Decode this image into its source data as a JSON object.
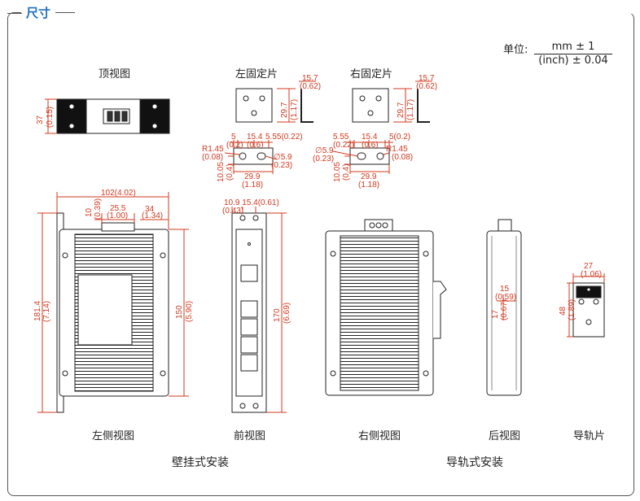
{
  "title": "尺寸",
  "unit": {
    "label": "单位:",
    "numerator": "mm ± 1",
    "denominator": "(inch) ± 0.04"
  },
  "views": {
    "top": "顶视图",
    "left_bracket": "左固定片",
    "right_bracket": "右固定片",
    "left_side": "左侧视图",
    "front": "前视图",
    "right_side": "右侧视图",
    "back": "后视图",
    "rail_clip": "导轨片"
  },
  "mounting": {
    "wall": "壁挂式安装",
    "din": "导轨式安装"
  },
  "dimensions": {
    "top_h": "37",
    "top_h_in": "(0.15)",
    "lb_w": "15.7",
    "lb_w_in": "(0.62)",
    "lb_h": "29.7",
    "lb_h_in": "(1.17)",
    "rb_w": "15.7",
    "rb_w_in": "(0.62)",
    "rb_h": "29.7",
    "rb_h_in": "(1.17)",
    "l_5": "5",
    "l_5_in": "(0.2)",
    "l_154": "15.4",
    "l_154_in": "(0.6)",
    "l_555": "5.55(0.22)",
    "l_r": "R1.45",
    "l_r_in": "(0.08)",
    "l_d": "∅5.9",
    "l_d_in": "(0.23)",
    "l_1005": "10.05",
    "l_1005_in": "(0.4)",
    "l_299": "29.9",
    "l_299_in": "(1.18)",
    "r_555": "5.55",
    "r_555_in": "(0.22)",
    "r_154": "15.4",
    "r_154_in": "(0.6)",
    "r_5": "5(0.2)",
    "r_d": "∅5.9",
    "r_d_in": "(0.23)",
    "r_r": "R1.45",
    "r_r_in": "(0.08)",
    "r_1005": "10.05",
    "r_1005_in": "(0.4)",
    "r_299": "29.9",
    "r_299_in": "(1.18)",
    "side_w": "102(4.02)",
    "side_10": "10",
    "side_10_in": "(0.39)",
    "side_255": "25.5",
    "side_255_in": "(1.00)",
    "side_34": "34",
    "side_34_in": "(1.34)",
    "side_1814": "181.4",
    "side_1814_in": "(7.14)",
    "side_150": "150",
    "side_150_in": "(5.90)",
    "front_top": "10.9 15.4(0.61)",
    "front_top_in": "(0.43)",
    "front_170": "170",
    "front_170_in": "(6.69)",
    "back_15": "15",
    "back_15_in": "(0.59)",
    "back_17": "17",
    "back_17_in": "(0.67)",
    "clip_27": "27",
    "clip_27_in": "(1.06)",
    "clip_48": "48",
    "clip_48_in": "(1.89)"
  }
}
